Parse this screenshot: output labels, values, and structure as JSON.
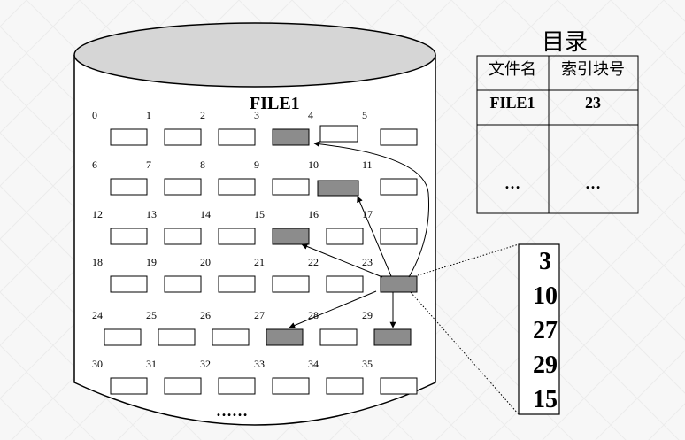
{
  "file_label": "FILE1",
  "cylinder_more": "……",
  "block_numbers": [
    "0",
    "1",
    "2",
    "3",
    "4",
    "5",
    "6",
    "7",
    "8",
    "9",
    "10",
    "11",
    "12",
    "13",
    "14",
    "15",
    "16",
    "17",
    "18",
    "19",
    "20",
    "21",
    "22",
    "23",
    "24",
    "25",
    "26",
    "27",
    "28",
    "29",
    "30",
    "31",
    "32",
    "33",
    "34",
    "35"
  ],
  "blocks_filled": [
    3,
    10,
    15,
    23,
    27,
    29
  ],
  "index_block": 23,
  "directory": {
    "title": "目录",
    "headers": [
      "文件名",
      "索引块号"
    ],
    "rows": [
      [
        "FILE1",
        "23"
      ],
      [
        "…",
        "…"
      ]
    ]
  },
  "index_table": {
    "entries": [
      "3",
      "10",
      "27",
      "29",
      "15"
    ]
  },
  "colors": {
    "filled_block": "#8c8c8c",
    "empty_block": "#ffffff",
    "cylinder_top": "#d6d6d6",
    "line": "#000000"
  }
}
